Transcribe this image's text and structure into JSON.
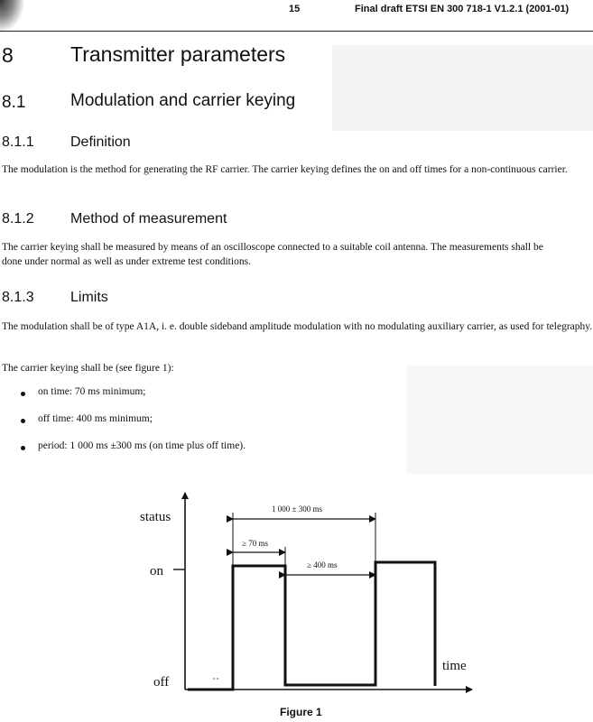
{
  "header": {
    "page_number": "15",
    "doc_id": "Final draft ETSI EN 300 718-1 V1.2.1 (2001-01)"
  },
  "section": {
    "number": "8",
    "title": "Transmitter parameters"
  },
  "subsection": {
    "number": "8.1",
    "title": "Modulation and carrier keying"
  },
  "definition": {
    "number": "8.1.1",
    "title": "Definition",
    "text": "The modulation is the method for generating the RF carrier. The carrier keying defines the on and off times for a non-continuous carrier."
  },
  "method": {
    "number": "8.1.2",
    "title": "Method of measurement",
    "text": "The carrier keying shall be measured by means of an oscilloscope connected to a suitable coil antenna. The measurements shall be done under normal as well as under extreme test conditions."
  },
  "limits": {
    "number": "8.1.3",
    "title": "Limits",
    "text": "The modulation shall be of type A1A, i. e. double sideband amplitude modulation with no modulating auxiliary carrier, as used for telegraphy.",
    "keying_intro": "The carrier keying shall be (see figure 1):",
    "bullets": [
      "on time: 70 ms minimum;",
      "off time: 400 ms minimum;",
      "period: 1 000 ms ±300 ms (on time plus off time)."
    ]
  },
  "figure": {
    "ylabel": "status",
    "on_label": "on",
    "off_label": "off",
    "xlabel": "time",
    "period_label": "1 000 ± 300 ms",
    "on_time_label": "≥ 70 ms",
    "off_time_label": "≥ 400 ms",
    "caption": "Figure 1"
  }
}
